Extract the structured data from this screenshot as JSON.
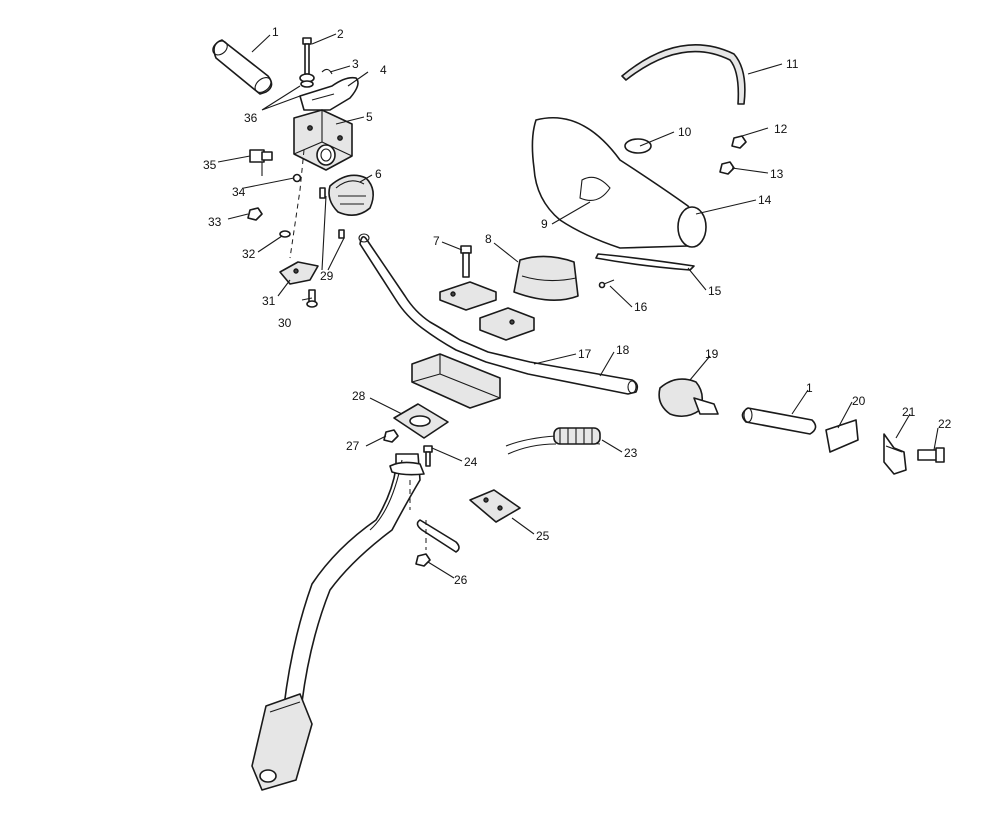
{
  "callouts": [
    {
      "id": "c1a",
      "label": "1"
    },
    {
      "id": "c2",
      "label": "2"
    },
    {
      "id": "c3",
      "label": "3"
    },
    {
      "id": "c4",
      "label": "4"
    },
    {
      "id": "c5",
      "label": "5"
    },
    {
      "id": "c6",
      "label": "6"
    },
    {
      "id": "c7",
      "label": "7"
    },
    {
      "id": "c8",
      "label": "8"
    },
    {
      "id": "c9",
      "label": "9"
    },
    {
      "id": "c10",
      "label": "10"
    },
    {
      "id": "c11",
      "label": "11"
    },
    {
      "id": "c12",
      "label": "12"
    },
    {
      "id": "c13",
      "label": "13"
    },
    {
      "id": "c14",
      "label": "14"
    },
    {
      "id": "c15",
      "label": "15"
    },
    {
      "id": "c16",
      "label": "16"
    },
    {
      "id": "c17",
      "label": "17"
    },
    {
      "id": "c18",
      "label": "18"
    },
    {
      "id": "c19",
      "label": "19"
    },
    {
      "id": "c1b",
      "label": "1"
    },
    {
      "id": "c20",
      "label": "20"
    },
    {
      "id": "c21",
      "label": "21"
    },
    {
      "id": "c22",
      "label": "22"
    },
    {
      "id": "c23",
      "label": "23"
    },
    {
      "id": "c24",
      "label": "24"
    },
    {
      "id": "c25",
      "label": "25"
    },
    {
      "id": "c26",
      "label": "26"
    },
    {
      "id": "c27",
      "label": "27"
    },
    {
      "id": "c28",
      "label": "28"
    },
    {
      "id": "c29",
      "label": "29"
    },
    {
      "id": "c30",
      "label": "30"
    },
    {
      "id": "c31",
      "label": "31"
    },
    {
      "id": "c32",
      "label": "32"
    },
    {
      "id": "c33",
      "label": "33"
    },
    {
      "id": "c34",
      "label": "34"
    },
    {
      "id": "c35",
      "label": "35"
    },
    {
      "id": "c36",
      "label": "36"
    }
  ]
}
